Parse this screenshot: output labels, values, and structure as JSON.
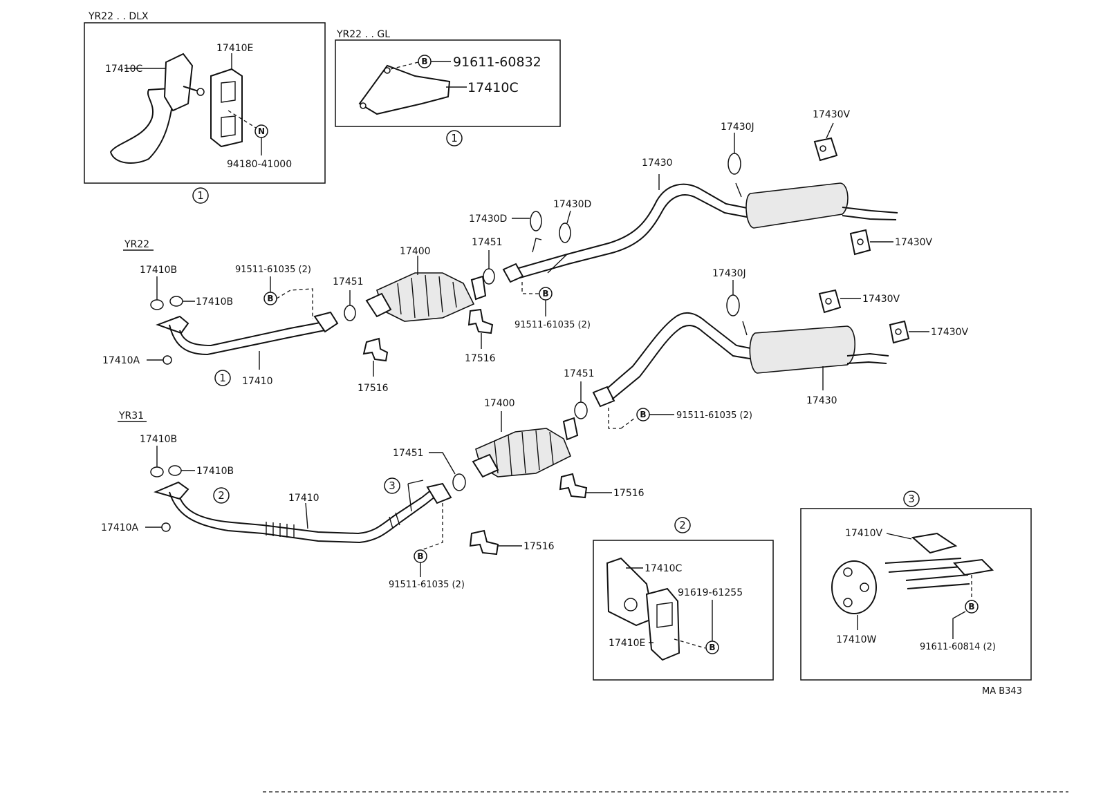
{
  "diagram": {
    "code": "MA B343",
    "variants": {
      "yr22_dlx": "YR22 . . DLX",
      "yr22_gl": "YR22 . . GL",
      "yr22": "YR22",
      "yr31": "YR31"
    },
    "callouts": {
      "c1": "1",
      "c2": "2",
      "c3": "3",
      "b": "B",
      "n": "N"
    },
    "parts": {
      "p17410": "17410",
      "p17410A": "17410A",
      "p17410B": "17410B",
      "p17410C": "17410C",
      "p17410E": "17410E",
      "p17410V": "17410V",
      "p17410W": "17410W",
      "p17400": "17400",
      "p17451": "17451",
      "p17516": "17516",
      "p17430": "17430",
      "p17430D": "17430D",
      "p17430J": "17430J",
      "p17430V": "17430V",
      "b91511": "91511-61035 (2)",
      "b91611_832": "91611-60832",
      "b91611_814": "91611-60814 (2)",
      "b91619": "91619-61255",
      "n94180": "94180-41000"
    }
  }
}
